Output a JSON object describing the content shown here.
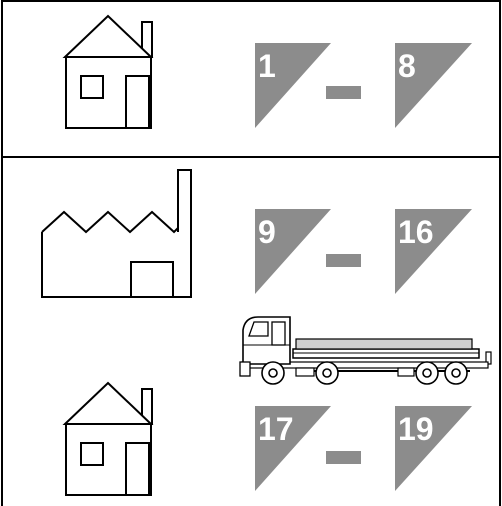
{
  "ranges": [
    {
      "building": "house",
      "from": "1",
      "to": "8"
    },
    {
      "building": "factory",
      "from": "9",
      "to": "16"
    },
    {
      "building": "house",
      "from": "17",
      "to": "19"
    }
  ],
  "colors": {
    "triangle": "#8c8c8c",
    "dash": "#8c8c8c",
    "border": "#000000",
    "number": "#ffffff"
  },
  "icons": [
    "house-icon",
    "factory-icon",
    "truck-icon",
    "house-icon"
  ]
}
